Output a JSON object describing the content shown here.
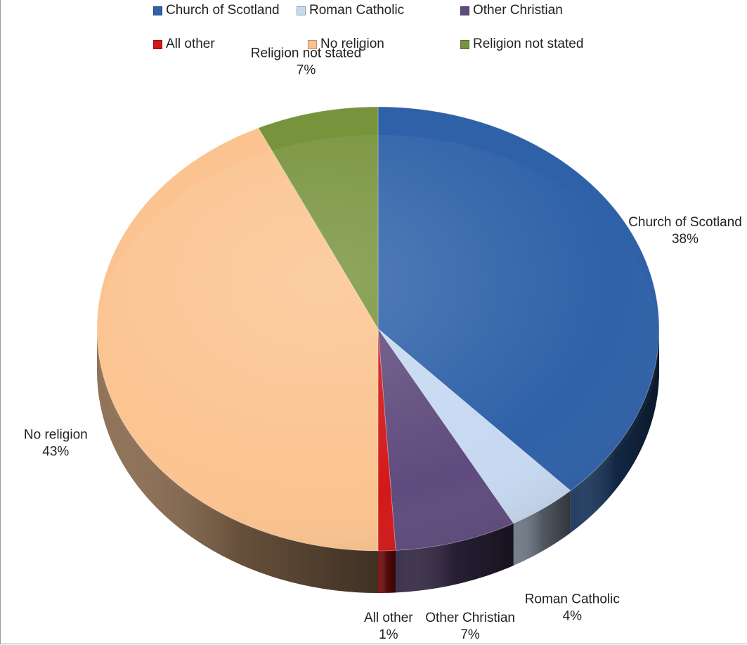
{
  "chart_data": {
    "type": "pie",
    "title": "",
    "categories": [
      "Church of Scotland",
      "Roman Catholic",
      "Other Christian",
      "All other",
      "No religion",
      "Religion not stated"
    ],
    "values": [
      38,
      4,
      7,
      1,
      43,
      7
    ],
    "value_labels": [
      "38%",
      "4%",
      "7%",
      "1%",
      "43%",
      "7%"
    ],
    "colors": [
      "#2e61a8",
      "#c6d9f1",
      "#5f4b7d",
      "#d21818",
      "#fbc38f",
      "#77933c"
    ],
    "legend_position": "top",
    "style": "3d-pie"
  }
}
